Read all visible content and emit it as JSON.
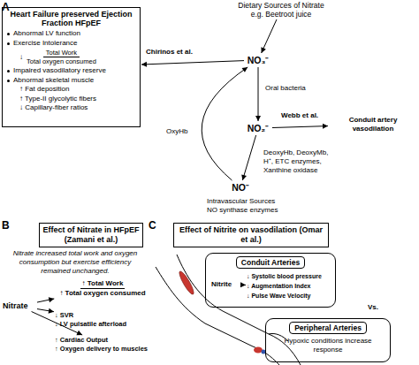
{
  "diagram": {
    "nodes": [
      {
        "text": [
          "Heart Failure preserved Ejection Fraction HFpEF",
          "Abnormal LV function",
          "Exercise Intolerance",
          "↓",
          "Total Work",
          "Total oxygen consumed",
          "Impaired vasodilatory reserve",
          "Abnormal skeletal muscle",
          "↑ Fat deposition",
          "↑ Type-II glycolytic fibers",
          "↓ Capillary-fiber ratios"
        ]
      },
      {
        "text": [
          "Dietary Sources of Nitrate",
          "e.g. Beetroot juice"
        ]
      },
      {
        "text": [
          "NO₃⁻"
        ]
      },
      {
        "text": [
          "NO₂⁻"
        ]
      },
      {
        "text": [
          "NO⁻"
        ]
      },
      {
        "text": [
          "Conduit artery vasodilation"
        ]
      },
      {
        "text": [
          "Effect of Nitrate in HFpEF (Zamani et al.)"
        ]
      },
      {
        "text": [
          "Nitrate"
        ]
      },
      {
        "text": [
          "↑ Total Work",
          "↑ Total oxygen consumed"
        ]
      },
      {
        "text": [
          "↓ SVR",
          "↓ LV pulsatile afterload"
        ]
      },
      {
        "text": [
          "↑ Cardiac Output",
          "↑ Oxygen delivery to muscles"
        ]
      },
      {
        "text": [
          "Effect of Nitrite on vasodilation (Omar et al.)"
        ]
      },
      {
        "text": [
          "Conduit Arteries"
        ]
      },
      {
        "text": [
          "Nitrite"
        ],
        "in": 12
      },
      {
        "text": [
          "↓ Systolic blood pressure",
          "↓ Augmentation Index",
          "↓ Pulse Wave Velocity"
        ],
        "in": 12
      },
      {
        "text": [
          "Peripheral Arteries",
          "Hypoxic conditions increase response"
        ]
      }
    ],
    "edges": [
      {
        "from": 1,
        "to": 2,
        "arrow": "to"
      },
      {
        "from": 2,
        "to": 3,
        "label": "Oral bacteria",
        "arrow": "to"
      },
      {
        "from": 3,
        "to": 4,
        "label": "DeoxyHb, DeoxyMb, H⁺, ETC enzymes, Xanthine oxidase",
        "arrow": "to"
      },
      {
        "from": 4,
        "to": 2,
        "label": "OxyHb",
        "arrow": "to"
      },
      {
        "from": 3,
        "to": 5,
        "label": "Webb et al.",
        "arrow": "to"
      },
      {
        "from": 2,
        "to": 0,
        "label": "Chirinos et al.",
        "arrow": "to"
      },
      {
        "from": 7,
        "to": 8,
        "arrow": "to"
      },
      {
        "from": 7,
        "to": 9,
        "arrow": "to"
      },
      {
        "from": 7,
        "to": 10,
        "arrow": "to"
      },
      {
        "from": 13,
        "to": 14,
        "arrow": "to"
      }
    ],
    "labels": [
      "A",
      "B",
      "C",
      "Intravascular Sources",
      "NO synthase enzymes",
      "Nitrate increased total work and oxygen consumption but exercise efficiency remained unchanged.",
      "Vs."
    ]
  }
}
